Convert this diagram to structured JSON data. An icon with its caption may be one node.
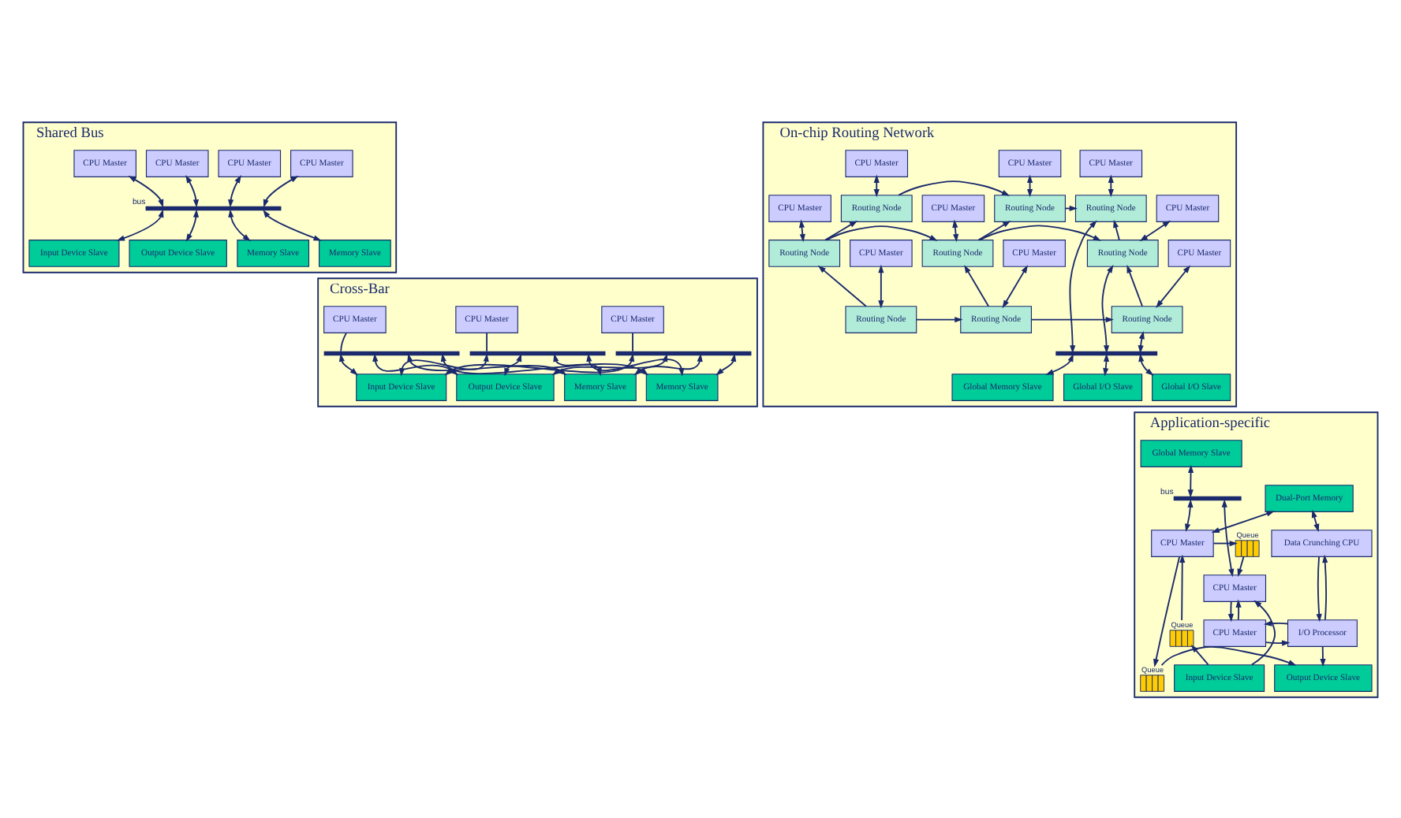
{
  "diagram": {
    "nodes": [
      {
        "text": [
          "Shared Bus"
        ]
      },
      {
        "text": [
          "CPU Master"
        ],
        "in": 0
      },
      {
        "text": [
          "CPU Master"
        ],
        "in": 0
      },
      {
        "text": [
          "CPU Master"
        ],
        "in": 0
      },
      {
        "text": [
          "CPU Master"
        ],
        "in": 0
      },
      {
        "text": [],
        "shape": "bar",
        "beside": [
          "bus"
        ],
        "in": 0
      },
      {
        "text": [
          "Input Device Slave"
        ],
        "in": 0
      },
      {
        "text": [
          "Output Device Slave"
        ],
        "in": 0
      },
      {
        "text": [
          "Memory Slave"
        ],
        "in": 0
      },
      {
        "text": [
          "Memory Slave"
        ],
        "in": 0
      },
      {
        "text": [
          "On-chip Routing Network"
        ]
      },
      {
        "text": [
          "CPU Master"
        ],
        "in": 10
      },
      {
        "text": [
          "CPU Master"
        ],
        "in": 10
      },
      {
        "text": [
          "CPU Master"
        ],
        "in": 10
      },
      {
        "text": [
          "Routing Node"
        ],
        "in": 10
      },
      {
        "text": [
          "Routing Node"
        ],
        "in": 10
      },
      {
        "text": [
          "Routing Node"
        ],
        "in": 10
      },
      {
        "text": [
          "CPU Master"
        ],
        "in": 10
      },
      {
        "text": [
          "CPU Master"
        ],
        "in": 10
      },
      {
        "text": [
          "CPU Master"
        ],
        "in": 10
      },
      {
        "text": [
          "Routing Node"
        ],
        "in": 10
      },
      {
        "text": [
          "Routing Node"
        ],
        "in": 10
      },
      {
        "text": [
          "Routing Node"
        ],
        "in": 10
      },
      {
        "text": [
          "CPU Master"
        ],
        "in": 10
      },
      {
        "text": [
          "CPU Master"
        ],
        "in": 10
      },
      {
        "text": [
          "CPU Master"
        ],
        "in": 10
      },
      {
        "text": [
          "Routing Node"
        ],
        "in": 10
      },
      {
        "text": [
          "Routing Node"
        ],
        "in": 10
      },
      {
        "text": [
          "Routing Node"
        ],
        "in": 10
      },
      {
        "text": [],
        "shape": "bar",
        "in": 10
      },
      {
        "text": [
          "Global Memory Slave"
        ],
        "in": 10
      },
      {
        "text": [
          "Global I/O Slave"
        ],
        "in": 10
      },
      {
        "text": [
          "Global I/O Slave"
        ],
        "in": 10
      },
      {
        "text": [
          "Cross-Bar"
        ]
      },
      {
        "text": [
          "CPU Master"
        ],
        "in": 33
      },
      {
        "text": [
          "CPU Master"
        ],
        "in": 33
      },
      {
        "text": [
          "CPU Master"
        ],
        "in": 33
      },
      {
        "text": [],
        "shape": "bar",
        "in": 33
      },
      {
        "text": [],
        "shape": "bar",
        "in": 33
      },
      {
        "text": [],
        "shape": "bar",
        "in": 33
      },
      {
        "text": [
          "Input Device Slave"
        ],
        "in": 33
      },
      {
        "text": [
          "Output Device Slave"
        ],
        "in": 33
      },
      {
        "text": [
          "Memory Slave"
        ],
        "in": 33
      },
      {
        "text": [
          "Memory Slave"
        ],
        "in": 33
      },
      {
        "text": [
          "Application-specific"
        ]
      },
      {
        "text": [
          "Global Memory Slave"
        ],
        "in": 44
      },
      {
        "text": [],
        "shape": "bar",
        "beside": [
          "bus"
        ],
        "in": 44
      },
      {
        "text": [
          "Dual-Port Memory"
        ],
        "in": 44
      },
      {
        "text": [
          "Data Crunching CPU"
        ],
        "in": 44
      },
      {
        "text": [
          "CPU Master"
        ],
        "in": 44
      },
      {
        "text": [],
        "shape": "box",
        "beside": [
          "Queue"
        ],
        "in": 44
      },
      {
        "text": [],
        "shape": "box",
        "beside": [
          "Queue"
        ],
        "in": 44
      },
      {
        "text": [
          "CPU Master"
        ],
        "in": 44
      },
      {
        "text": [
          "I/O Processor"
        ],
        "in": 44
      },
      {
        "text": [
          "CPU Master"
        ],
        "in": 44
      },
      {
        "text": [
          "Output Device Slave"
        ],
        "in": 44
      },
      {
        "text": [],
        "shape": "box",
        "beside": [
          "Queue"
        ],
        "in": 44
      },
      {
        "text": [
          "Input Device Slave"
        ],
        "in": 44
      }
    ],
    "edges": [
      {
        "from": 1,
        "to": 5,
        "arrow": "both"
      },
      {
        "from": 2,
        "to": 5,
        "arrow": "both"
      },
      {
        "from": 3,
        "to": 5,
        "arrow": "both"
      },
      {
        "from": 4,
        "to": 5,
        "arrow": "both"
      },
      {
        "from": 5,
        "to": 6,
        "arrow": "both"
      },
      {
        "from": 5,
        "to": 7,
        "arrow": "both"
      },
      {
        "from": 5,
        "to": 8,
        "arrow": "both"
      },
      {
        "from": 5,
        "to": 9,
        "arrow": "both"
      },
      {
        "from": 11,
        "to": 14,
        "arrow": "both"
      },
      {
        "from": 12,
        "to": 15,
        "arrow": "both"
      },
      {
        "from": 13,
        "to": 16,
        "arrow": "both"
      },
      {
        "from": 17,
        "to": 20,
        "arrow": "both"
      },
      {
        "from": 18,
        "to": 21,
        "arrow": "both"
      },
      {
        "from": 19,
        "to": 22,
        "arrow": "both"
      },
      {
        "from": 23,
        "to": 26,
        "arrow": "both"
      },
      {
        "from": 24,
        "to": 27,
        "arrow": "both"
      },
      {
        "from": 25,
        "to": 28,
        "arrow": "both"
      },
      {
        "from": 14,
        "to": 15,
        "arrow": "to"
      },
      {
        "from": 15,
        "to": 16,
        "arrow": "to"
      },
      {
        "from": 20,
        "to": 21,
        "arrow": "to"
      },
      {
        "from": 21,
        "to": 22,
        "arrow": "to"
      },
      {
        "from": 26,
        "to": 27,
        "arrow": "to"
      },
      {
        "from": 27,
        "to": 28,
        "arrow": "to"
      },
      {
        "from": 20,
        "to": 14,
        "arrow": "to"
      },
      {
        "from": 26,
        "to": 20,
        "arrow": "to"
      },
      {
        "from": 21,
        "to": 15,
        "arrow": "to"
      },
      {
        "from": 27,
        "to": 21,
        "arrow": "to"
      },
      {
        "from": 22,
        "to": 16,
        "arrow": "to"
      },
      {
        "from": 28,
        "to": 22,
        "arrow": "to"
      },
      {
        "from": 16,
        "to": 29,
        "arrow": "both"
      },
      {
        "from": 22,
        "to": 29,
        "arrow": "both"
      },
      {
        "from": 28,
        "to": 29,
        "arrow": "both"
      },
      {
        "from": 29,
        "to": 30,
        "arrow": "both"
      },
      {
        "from": 29,
        "to": 31,
        "arrow": "both"
      },
      {
        "from": 29,
        "to": 32,
        "arrow": "both"
      },
      {
        "from": 34,
        "to": 37,
        "arrow": "none"
      },
      {
        "from": 35,
        "to": 38,
        "arrow": "none"
      },
      {
        "from": 36,
        "to": 39,
        "arrow": "none"
      },
      {
        "from": 37,
        "to": 40,
        "arrow": "both"
      },
      {
        "from": 38,
        "to": 40,
        "arrow": "both"
      },
      {
        "from": 39,
        "to": 40,
        "arrow": "both"
      },
      {
        "from": 37,
        "to": 41,
        "arrow": "both"
      },
      {
        "from": 38,
        "to": 41,
        "arrow": "both"
      },
      {
        "from": 39,
        "to": 41,
        "arrow": "both"
      },
      {
        "from": 37,
        "to": 42,
        "arrow": "both"
      },
      {
        "from": 38,
        "to": 42,
        "arrow": "both"
      },
      {
        "from": 39,
        "to": 42,
        "arrow": "both"
      },
      {
        "from": 37,
        "to": 43,
        "arrow": "both"
      },
      {
        "from": 38,
        "to": 43,
        "arrow": "both"
      },
      {
        "from": 39,
        "to": 43,
        "arrow": "both"
      },
      {
        "from": 45,
        "to": 46,
        "arrow": "both"
      },
      {
        "from": 46,
        "to": 49,
        "arrow": "both"
      },
      {
        "from": 46,
        "to": 52,
        "arrow": "both"
      },
      {
        "from": 47,
        "to": 48,
        "arrow": "both"
      },
      {
        "from": 47,
        "to": 49,
        "arrow": "both"
      },
      {
        "from": 49,
        "to": 50,
        "arrow": "to"
      },
      {
        "from": 50,
        "to": 52,
        "arrow": "to"
      },
      {
        "from": 57,
        "to": 51,
        "arrow": "to"
      },
      {
        "from": 51,
        "to": 49,
        "arrow": "to"
      },
      {
        "from": 57,
        "to": 52,
        "arrow": "to"
      },
      {
        "from": 48,
        "to": 53,
        "arrow": "to"
      },
      {
        "from": 53,
        "to": 48,
        "arrow": "to"
      },
      {
        "from": 53,
        "to": 55,
        "arrow": "to"
      },
      {
        "from": 49,
        "to": 56,
        "arrow": "to"
      },
      {
        "from": 56,
        "to": 55,
        "arrow": "to"
      },
      {
        "from": 52,
        "to": 54,
        "arrow": "to"
      },
      {
        "from": 54,
        "to": 52,
        "arrow": "to"
      },
      {
        "from": 54,
        "to": 53,
        "arrow": "to"
      },
      {
        "from": 53,
        "to": 54,
        "arrow": "to"
      }
    ]
  }
}
